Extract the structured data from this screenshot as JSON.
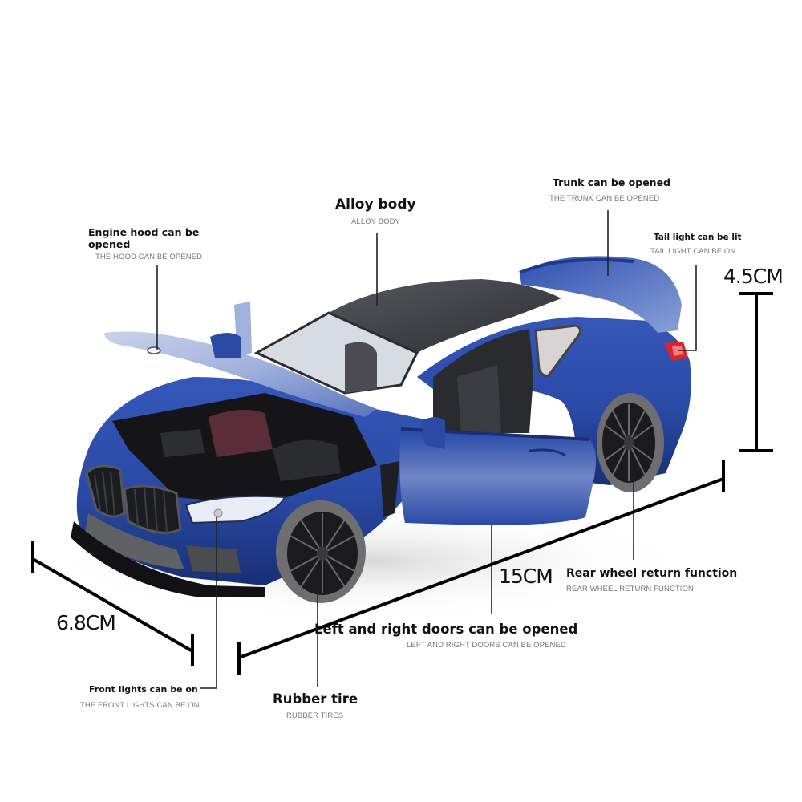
{
  "product": {
    "body_color": "#2a4aa6",
    "body_color_dark": "#17307a",
    "body_color_light": "#7d93cc",
    "roof_color": "#3a3d42",
    "tire_color": "#6e6e70",
    "rim_color": "#1b1b1d",
    "taillight_color": "#d8262c"
  },
  "callouts": [
    {
      "id": "engine-hood",
      "title_line1": "Engine hood can be",
      "title_line2": "opened",
      "subtitle": "THE HOOD CAN BE OPENED"
    },
    {
      "id": "alloy-body",
      "title": "Alloy body",
      "subtitle": "ALLOY BODY"
    },
    {
      "id": "trunk",
      "title": "Trunk can be opened",
      "subtitle": "THE TRUNK CAN BE OPENED"
    },
    {
      "id": "tail-light",
      "title": "Tail light can be lit",
      "subtitle": "TAIL LIGHT CAN BE ON"
    },
    {
      "id": "rear-wheel",
      "title": "Rear wheel return function",
      "subtitle": "REAR WHEEL RETURN FUNCTION"
    },
    {
      "id": "doors",
      "title": "Left and right doors can be opened",
      "subtitle": "LEFT AND RIGHT DOORS  CAN BE OPENED"
    },
    {
      "id": "front-lights",
      "title": "Front lights can be on",
      "subtitle": "THE FRONT LIGHTS CAN BE ON"
    },
    {
      "id": "rubber-tire",
      "title": "Rubber tire",
      "subtitle": "RUBBER TIRES"
    }
  ],
  "dimensions": {
    "height": "4.5CM",
    "length": "15CM",
    "width": "6.8CM"
  }
}
